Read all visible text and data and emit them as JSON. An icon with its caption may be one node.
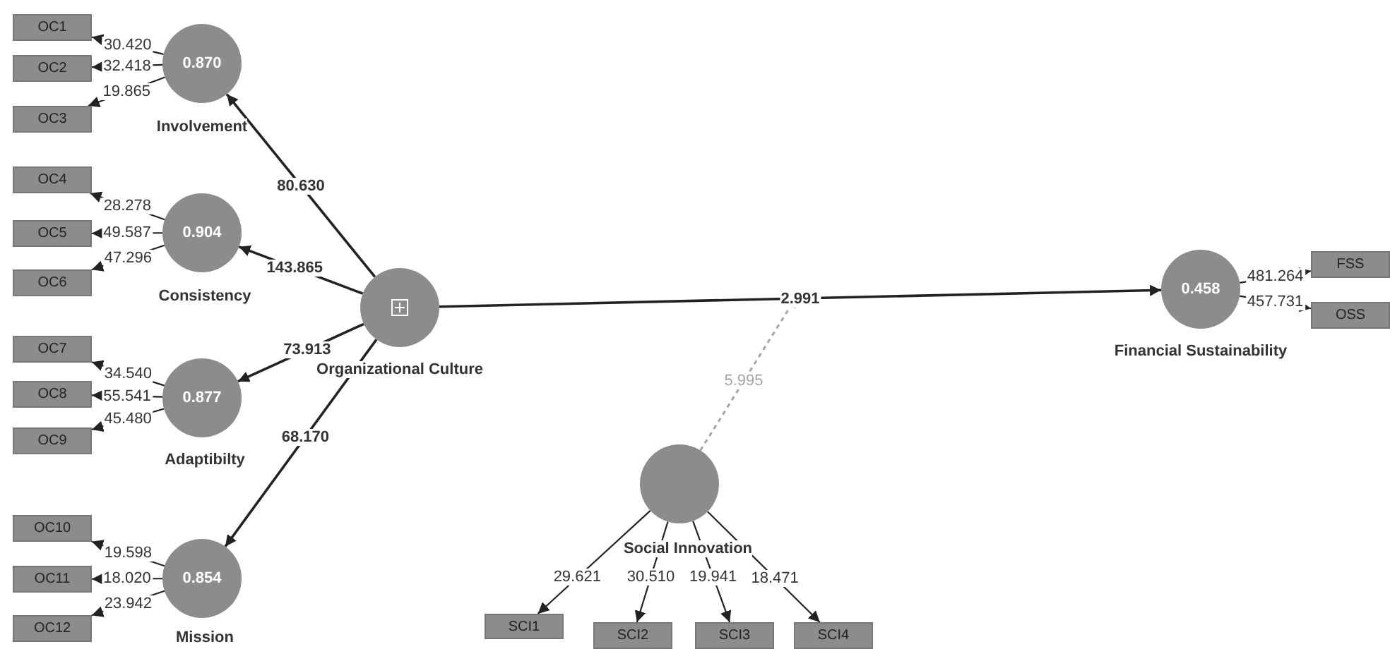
{
  "diagram": {
    "nodes": [
      {
        "text": [
          "0.870",
          "Involvement"
        ]
      },
      {
        "text": [
          "0.904",
          "Consistency"
        ]
      },
      {
        "text": [
          "0.877",
          "Adaptibilty"
        ]
      },
      {
        "text": [
          "0.854",
          "Mission"
        ]
      },
      {
        "text": [
          "Organizational Culture"
        ]
      },
      {
        "text": [
          "Social Innovation"
        ]
      },
      {
        "text": [
          "0.458",
          "Financial Sustainability"
        ]
      },
      {
        "text": [
          "OC1"
        ]
      },
      {
        "text": [
          "OC2"
        ]
      },
      {
        "text": [
          "OC3"
        ]
      },
      {
        "text": [
          "OC4"
        ]
      },
      {
        "text": [
          "OC5"
        ]
      },
      {
        "text": [
          "OC6"
        ]
      },
      {
        "text": [
          "OC7"
        ]
      },
      {
        "text": [
          "OC8"
        ]
      },
      {
        "text": [
          "OC9"
        ]
      },
      {
        "text": [
          "OC10"
        ]
      },
      {
        "text": [
          "OC11"
        ]
      },
      {
        "text": [
          "OC12"
        ]
      },
      {
        "text": [
          "SCI1"
        ]
      },
      {
        "text": [
          "SCI2"
        ]
      },
      {
        "text": [
          "SCI3"
        ]
      },
      {
        "text": [
          "SCI4"
        ]
      },
      {
        "text": [
          "FSS"
        ]
      },
      {
        "text": [
          "OSS"
        ]
      }
    ],
    "edges": [
      {
        "from": 4,
        "to": 0,
        "arrow": "to",
        "label": "80.630"
      },
      {
        "from": 4,
        "to": 1,
        "arrow": "to",
        "label": "143.865"
      },
      {
        "from": 4,
        "to": 2,
        "arrow": "to",
        "label": "73.913"
      },
      {
        "from": 4,
        "to": 3,
        "arrow": "to",
        "label": "68.170"
      },
      {
        "from": 4,
        "to": 6,
        "arrow": "to",
        "label": "2.991"
      },
      {
        "from": 5,
        "to": null,
        "arrow": "to",
        "label": "5.995",
        "style": "dashed",
        "color": "#a6a6a6"
      },
      {
        "from": 0,
        "to": 7,
        "arrow": "to",
        "label": "30.420"
      },
      {
        "from": 0,
        "to": 8,
        "arrow": "to",
        "label": "32.418"
      },
      {
        "from": 0,
        "to": 9,
        "arrow": "to",
        "label": "19.865"
      },
      {
        "from": 1,
        "to": 10,
        "arrow": "to",
        "label": "28.278"
      },
      {
        "from": 1,
        "to": 11,
        "arrow": "to",
        "label": "49.587"
      },
      {
        "from": 1,
        "to": 12,
        "arrow": "to",
        "label": "47.296"
      },
      {
        "from": 2,
        "to": 13,
        "arrow": "to",
        "label": "34.540"
      },
      {
        "from": 2,
        "to": 14,
        "arrow": "to",
        "label": "55.541"
      },
      {
        "from": 2,
        "to": 15,
        "arrow": "to",
        "label": "45.480"
      },
      {
        "from": 3,
        "to": 16,
        "arrow": "to",
        "label": "19.598"
      },
      {
        "from": 3,
        "to": 17,
        "arrow": "to",
        "label": "18.020"
      },
      {
        "from": 3,
        "to": 18,
        "arrow": "to",
        "label": "23.942"
      },
      {
        "from": 5,
        "to": 19,
        "arrow": "to",
        "label": "29.621"
      },
      {
        "from": 5,
        "to": 20,
        "arrow": "to",
        "label": "30.510"
      },
      {
        "from": 5,
        "to": 21,
        "arrow": "to",
        "label": "19.941"
      },
      {
        "from": 5,
        "to": 22,
        "arrow": "to",
        "label": "18.471"
      },
      {
        "from": 6,
        "to": 23,
        "arrow": "to",
        "label": "481.264"
      },
      {
        "from": 6,
        "to": 24,
        "arrow": "to",
        "label": "457.731"
      }
    ]
  }
}
